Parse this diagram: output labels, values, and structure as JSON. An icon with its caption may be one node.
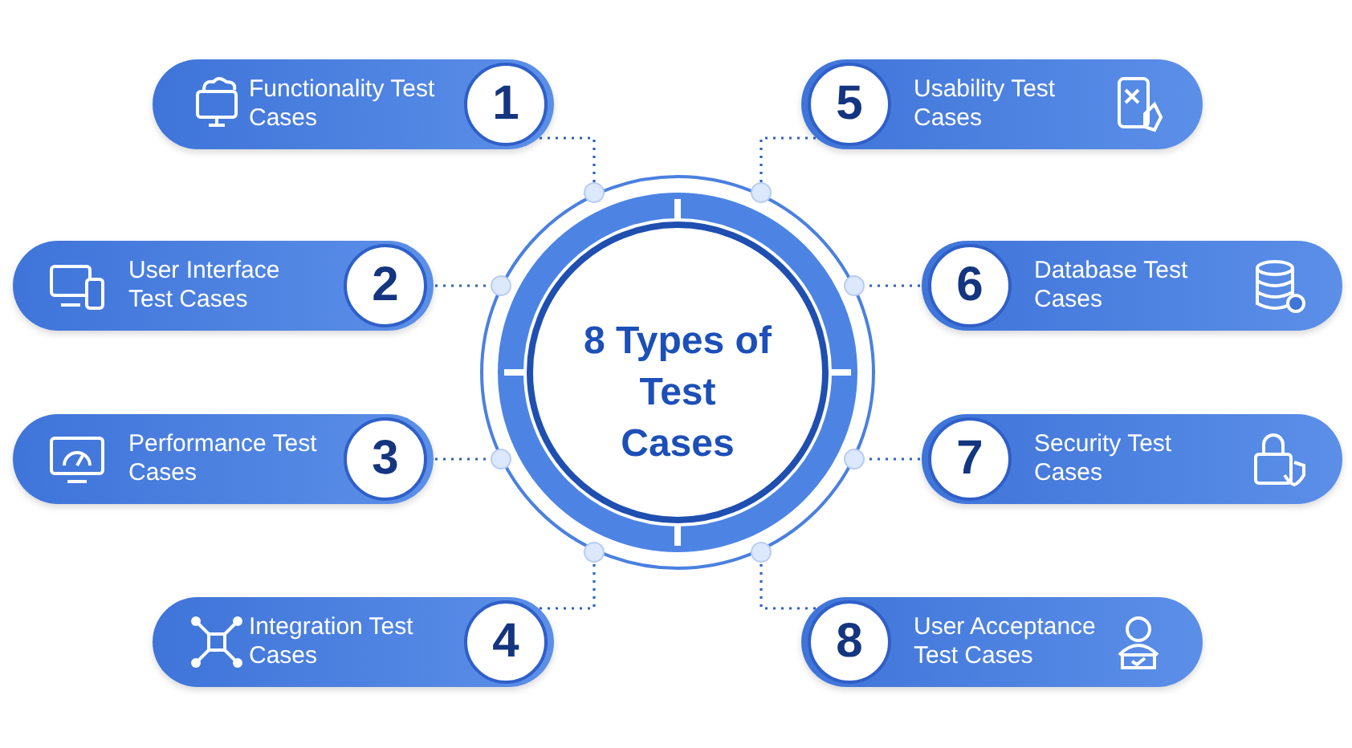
{
  "diagram": {
    "nodes": [
      {
        "text": [
          "8 Types of Test Cases"
        ]
      },
      {
        "text": [
          "Functionality Test Cases",
          "1"
        ]
      },
      {
        "text": [
          "User Interface Test Cases",
          "2"
        ]
      },
      {
        "text": [
          "Performance Test Cases",
          "3"
        ]
      },
      {
        "text": [
          "Integration Test Cases",
          "4"
        ]
      },
      {
        "text": [
          "5",
          "Usability Test Cases"
        ]
      },
      {
        "text": [
          "6",
          "Database Test Cases"
        ]
      },
      {
        "text": [
          "7",
          "Security Test Cases"
        ]
      },
      {
        "text": [
          "8",
          "User Acceptance Test Cases"
        ]
      }
    ],
    "edges": [
      {
        "from": 1,
        "to": 0,
        "arrow": "none",
        "style": "dashed"
      },
      {
        "from": 2,
        "to": 0,
        "arrow": "none",
        "style": "dashed"
      },
      {
        "from": 3,
        "to": 0,
        "arrow": "none",
        "style": "dashed"
      },
      {
        "from": 4,
        "to": 0,
        "arrow": "none",
        "style": "dashed"
      },
      {
        "from": 5,
        "to": 0,
        "arrow": "none",
        "style": "dashed"
      },
      {
        "from": 6,
        "to": 0,
        "arrow": "none",
        "style": "dashed"
      },
      {
        "from": 7,
        "to": 0,
        "arrow": "none",
        "style": "dashed"
      },
      {
        "from": 8,
        "to": 0,
        "arrow": "none",
        "style": "dashed"
      }
    ]
  }
}
